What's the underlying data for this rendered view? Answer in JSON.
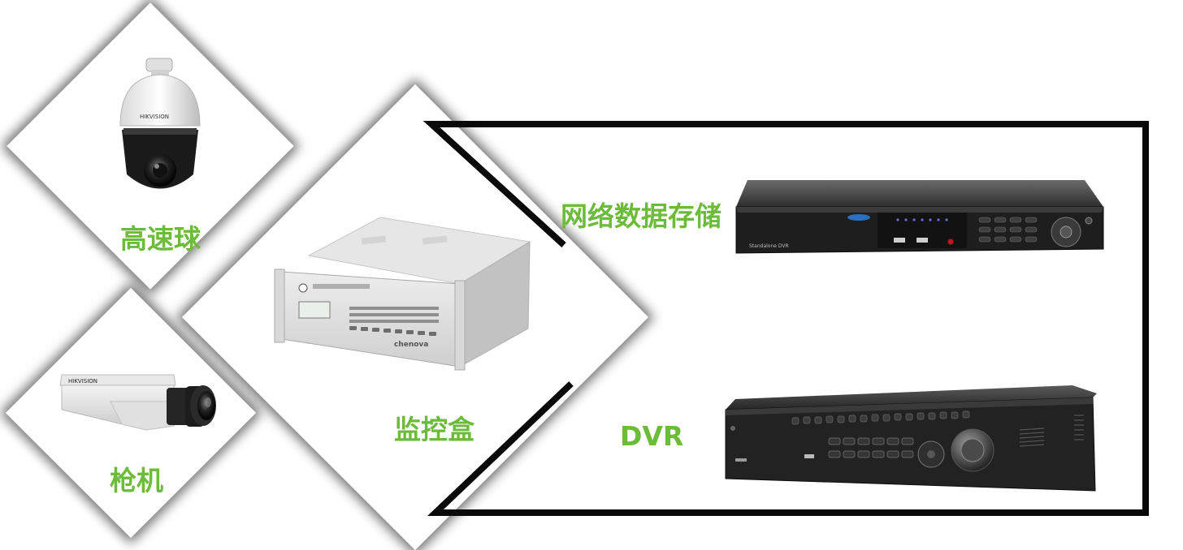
{
  "labels": {
    "dome_camera": "高速球",
    "bullet_camera": "枪机",
    "monitor_box": "监控盒",
    "network_storage": "网络数据存储",
    "dvr": "DVR"
  },
  "brand_text": "HIKVISION",
  "nvr_front_text": "Standalone DVR",
  "box_brand_text": "chenova",
  "colors": {
    "label_green": "#6dbb3a",
    "frame_black": "#0a0a0a"
  }
}
